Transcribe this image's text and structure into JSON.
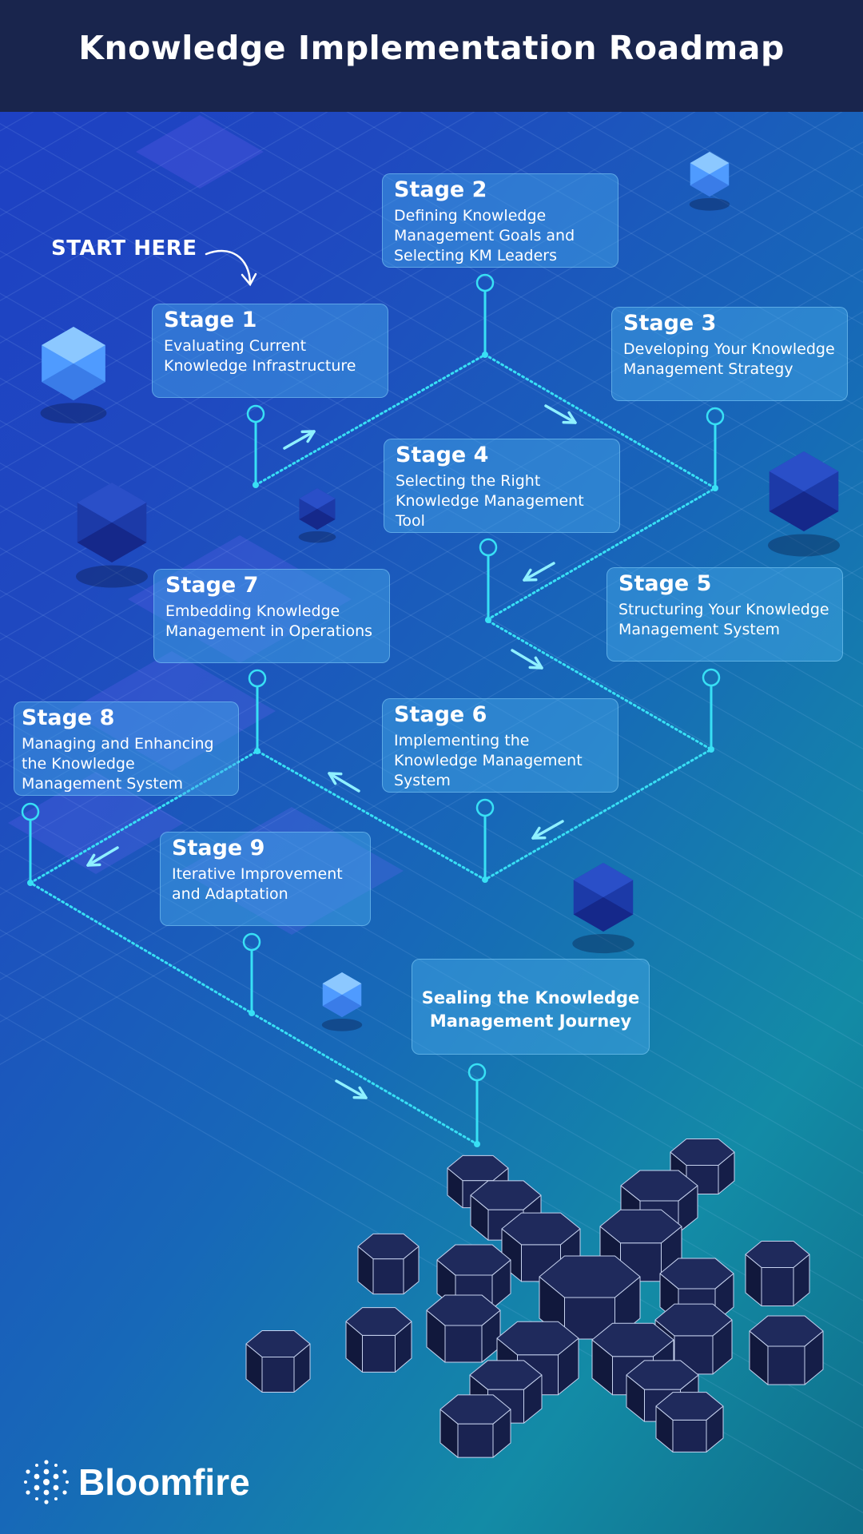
{
  "header": {
    "title": "Knowledge Implementation Roadmap"
  },
  "start_label": "START HERE",
  "stages": [
    {
      "title": "Stage 1",
      "desc": "Evaluating Current Knowledge Infrastructure"
    },
    {
      "title": "Stage 2",
      "desc": "Defining Knowledge Management Goals and Selecting KM Leaders"
    },
    {
      "title": "Stage 3",
      "desc": "Developing Your Knowledge Management Strategy"
    },
    {
      "title": "Stage 4",
      "desc": "Selecting the Right Knowledge Management Tool"
    },
    {
      "title": "Stage 5",
      "desc": "Structuring Your Knowledge Management System"
    },
    {
      "title": "Stage 6",
      "desc": "Implementing the Knowledge Management System"
    },
    {
      "title": "Stage 7",
      "desc": "Embedding Knowledge Management in Operations"
    },
    {
      "title": "Stage 8",
      "desc": "Managing and Enhancing the Knowledge Management System"
    },
    {
      "title": "Stage 9",
      "desc": "Iterative Improvement and Adaptation"
    }
  ],
  "final": {
    "label": "Sealing the Knowledge Management Journey"
  },
  "brand": {
    "name": "Bloomfire",
    "icon": "bloomfire-logo-icon"
  },
  "colors": {
    "header_bg": "#19254d",
    "path": "#38e0f5",
    "hex_light": "#6ab4ff",
    "hex_dark": "#1c3aa8",
    "hex_pile": "#1b2554"
  }
}
